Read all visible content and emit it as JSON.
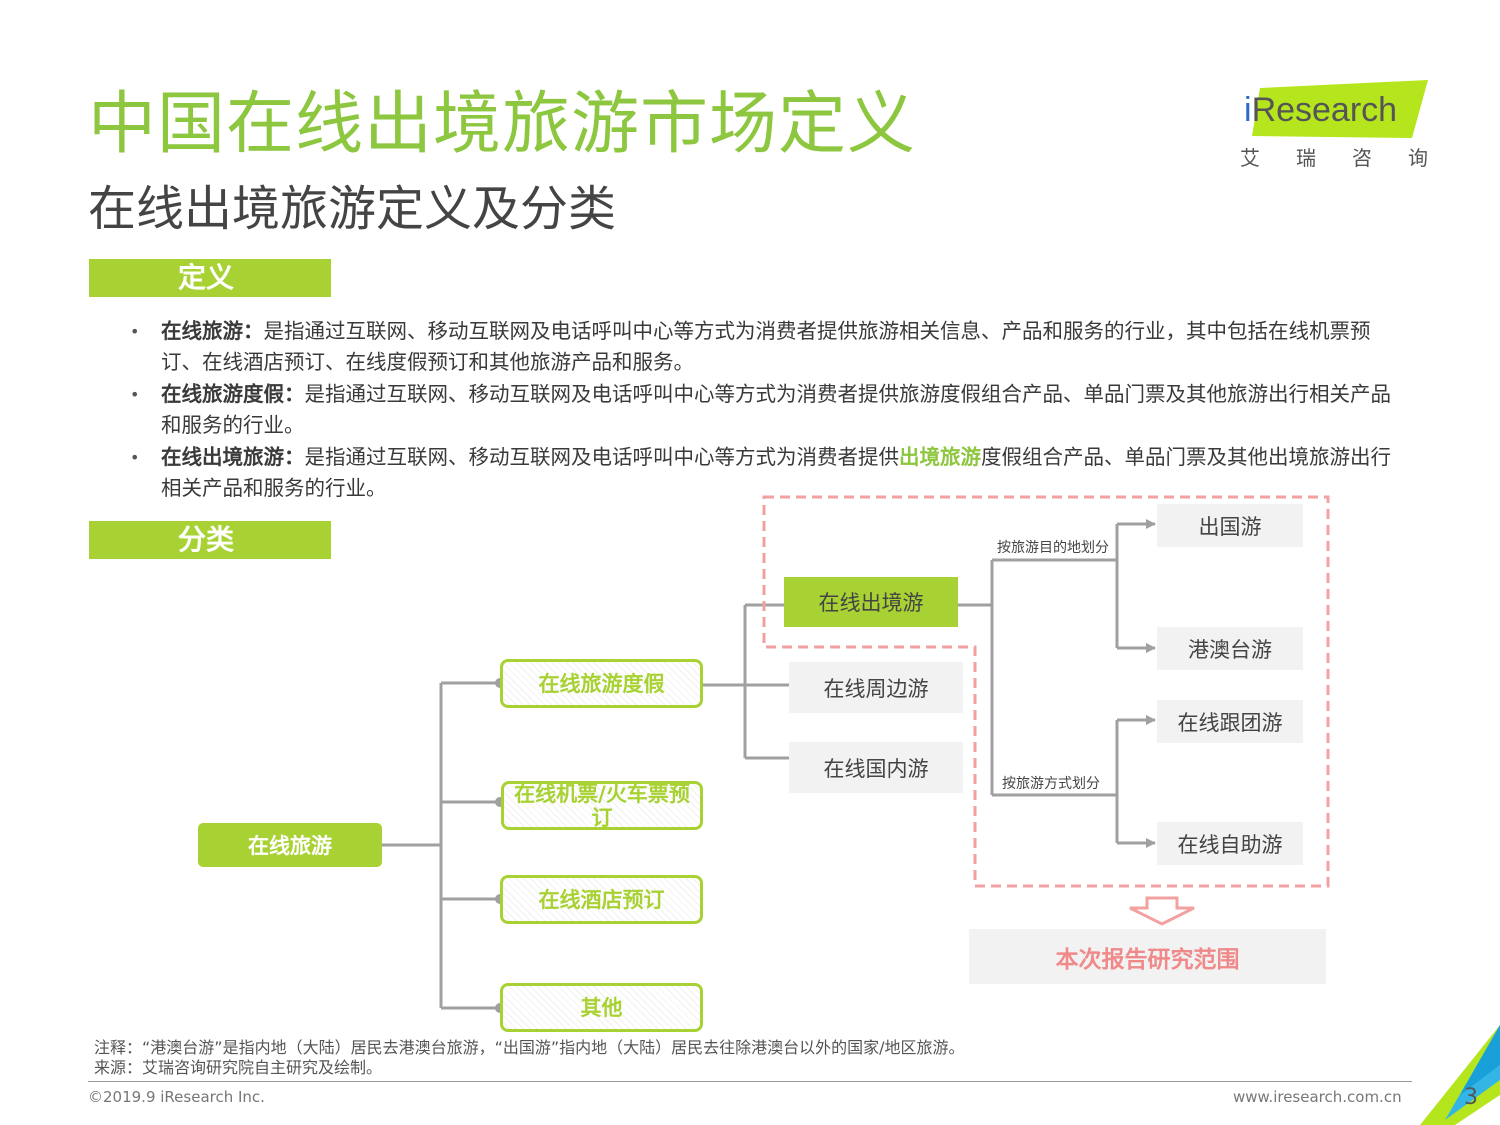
{
  "title": "中国在线出境旅游市场定义",
  "subtitle": "在线出境旅游定义及分类",
  "logo": {
    "brand_i": "i",
    "brand_rest": "Research",
    "cn": [
      "艾",
      "瑞",
      "咨",
      "询"
    ]
  },
  "sections": {
    "definition": "定义",
    "classification": "分类"
  },
  "definitions": [
    {
      "term": "在线旅游：",
      "text": "是指通过互联网、移动互联网及电话呼叫中心等方式为消费者提供旅游相关信息、产品和服务的行业，其中包括在线机票预订、在线酒店预订、在线度假预订和其他旅游产品和服务。"
    },
    {
      "term": "在线旅游度假：",
      "text": "是指通过互联网、移动互联网及电话呼叫中心等方式为消费者提供旅游度假组合产品、单品门票及其他旅游出行相关产品和服务的行业。"
    },
    {
      "term": "在线出境旅游：",
      "text_before": "是指通过互联网、移动互联网及电话呼叫中心等方式为消费者提供",
      "highlight": "出境旅游",
      "text_after": "度假组合产品、单品门票及其他出境旅游出行相关产品和服务的行业。"
    }
  ],
  "diagram": {
    "root": "在线旅游",
    "level1": [
      "在线旅游度假",
      "在线机票/火车票预订",
      "在线酒店预订",
      "其他"
    ],
    "level2": [
      "在线出境游",
      "在线周边游",
      "在线国内游"
    ],
    "level3_dest": [
      "出国游",
      "港澳台游"
    ],
    "level3_mode": [
      "在线跟团游",
      "在线自助游"
    ],
    "label_dest": "按旅游目的地划分",
    "label_mode": "按旅游方式划分",
    "scope": "本次报告研究范围"
  },
  "footer": {
    "note": "注释：“港澳台游”是指内地（大陆）居民去港澳台旅游，“出国游”指内地（大陆）居民去往除港澳台以外的国家/地区旅游。",
    "source": "来源：艾瑞咨询研究院自主研究及绘制。",
    "copyright": "©2019.9 iResearch Inc.",
    "website": "www.iresearch.com.cn",
    "page": "3"
  },
  "colors": {
    "green": "#a8d233",
    "title_green": "#8dc63f",
    "scope_pink": "#f08a8a",
    "gray_box": "#f2f2f2"
  }
}
